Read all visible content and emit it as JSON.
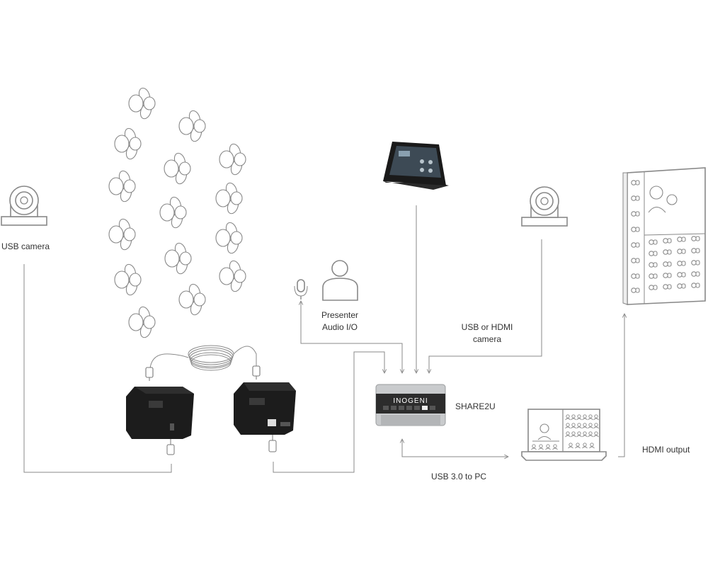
{
  "labels": {
    "usb_camera": "USB camera",
    "presenter_line1": "Presenter",
    "presenter_line2": "Audio I/O",
    "usb_hdmi_line1": "USB or HDMI",
    "usb_hdmi_line2": "camera",
    "share2u": "SHARE2U",
    "brand": "INOGENI",
    "usb_pc": "USB 3.0 to PC",
    "hdmi_output": "HDMI output"
  },
  "colors": {
    "line": "#8a8a8a",
    "outline": "#888888",
    "device_dark": "#1c1c1c",
    "device_silver": "#c9cbcd"
  },
  "icons": {
    "usb_camera": "webcam-icon",
    "audience": "seated-people-icon",
    "presenter": "person-icon",
    "microphone": "microphone-icon",
    "touch_panel": "touch-panel-icon",
    "hdmi_camera": "webcam-icon",
    "display": "display-icon",
    "laptop": "laptop-icon",
    "extender_tx": "usb-extender-icon",
    "extender_rx": "usb-extender-icon",
    "cable": "cable-coil-icon"
  }
}
